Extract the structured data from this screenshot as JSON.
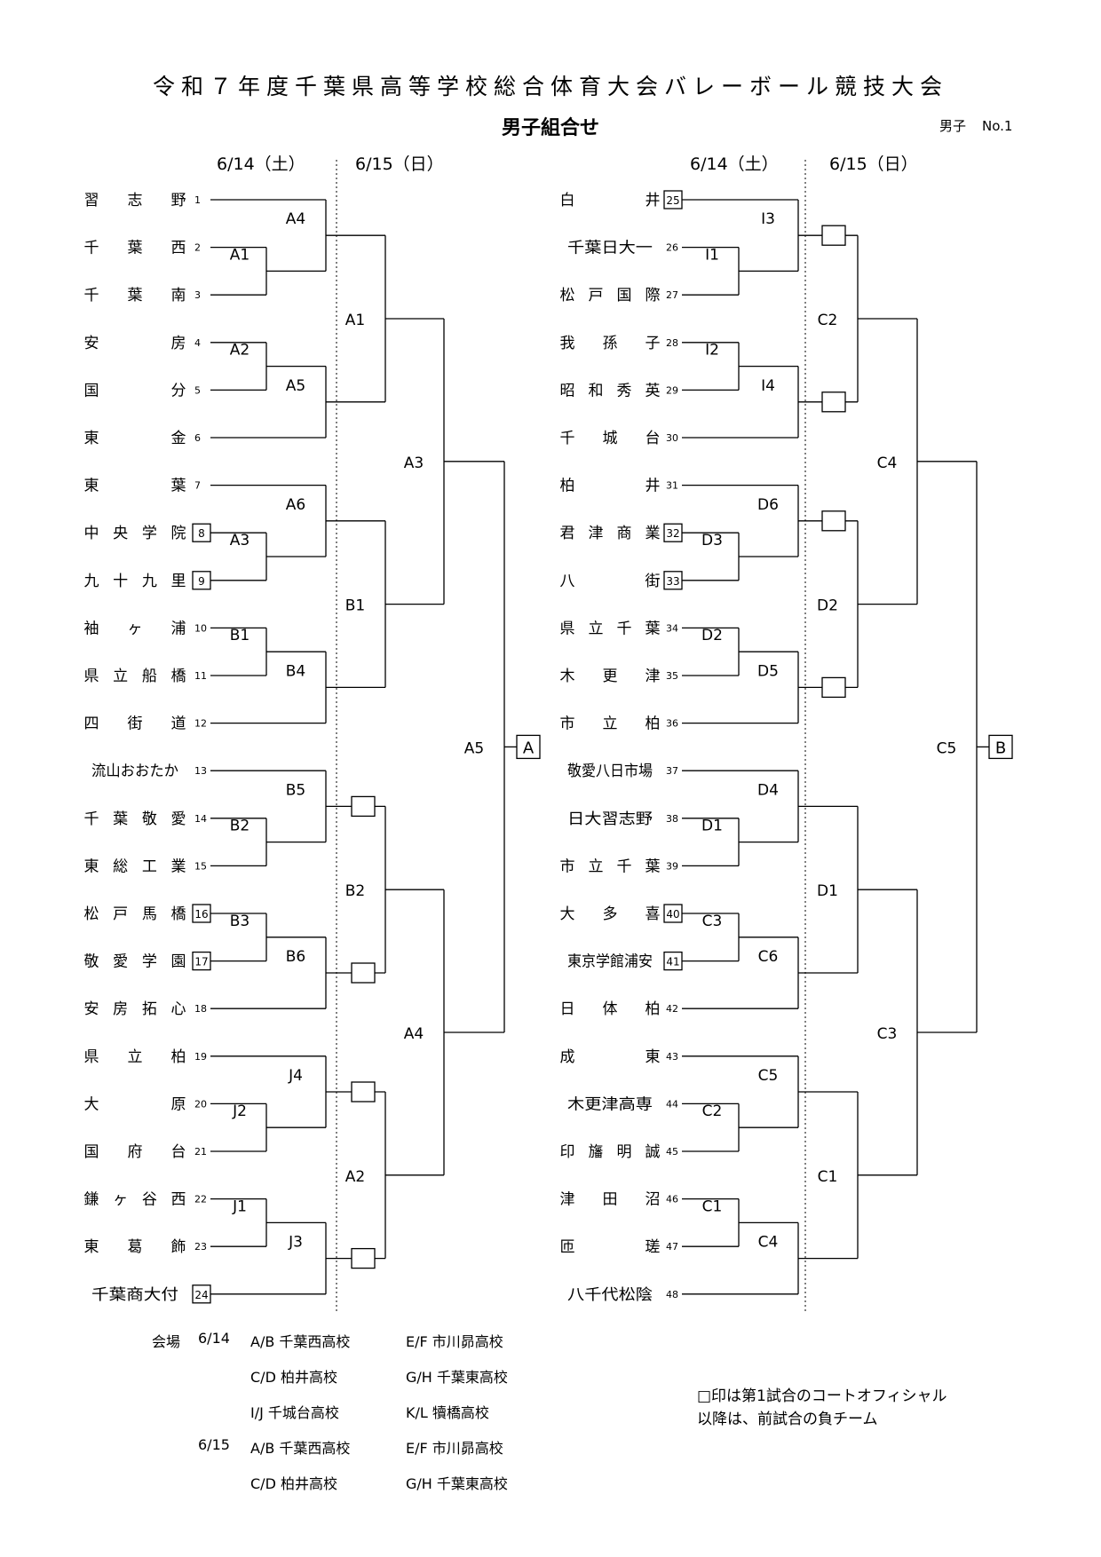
{
  "header": {
    "title": "令和７年度千葉県高等学校総合体育大会バレーボール競技大会",
    "subtitle": "男子組合せ",
    "category": "男子",
    "page_no": "No.1"
  },
  "dates": {
    "day1": "6/14（土）",
    "day2": "6/15（日）"
  },
  "left_teams": [
    {
      "name": "習志野",
      "no": "1"
    },
    {
      "name": "千葉西",
      "no": "2"
    },
    {
      "name": "千葉南",
      "no": "3"
    },
    {
      "name": "安房",
      "no": "4"
    },
    {
      "name": "国分",
      "no": "5"
    },
    {
      "name": "東金",
      "no": "6"
    },
    {
      "name": "東葉",
      "no": "7"
    },
    {
      "name": "中央学院",
      "no": "8",
      "boxed": true
    },
    {
      "name": "九十九里",
      "no": "9",
      "boxed": true
    },
    {
      "name": "袖ヶ浦",
      "no": "10"
    },
    {
      "name": "県立船橋",
      "no": "11"
    },
    {
      "name": "四街道",
      "no": "12"
    },
    {
      "name": "流山おおたか",
      "no": "13"
    },
    {
      "name": "千葉敬愛",
      "no": "14"
    },
    {
      "name": "東総工業",
      "no": "15"
    },
    {
      "name": "松戸馬橋",
      "no": "16",
      "boxed": true
    },
    {
      "name": "敬愛学園",
      "no": "17",
      "boxed": true
    },
    {
      "name": "安房拓心",
      "no": "18"
    },
    {
      "name": "県立柏",
      "no": "19"
    },
    {
      "name": "大原",
      "no": "20"
    },
    {
      "name": "国府台",
      "no": "21"
    },
    {
      "name": "鎌ヶ谷西",
      "no": "22"
    },
    {
      "name": "東葛飾",
      "no": "23"
    },
    {
      "name": "千葉商大付",
      "no": "24",
      "boxed": true
    }
  ],
  "right_teams": [
    {
      "name": "白井",
      "no": "25",
      "boxed": true
    },
    {
      "name": "千葉日大一",
      "no": "26"
    },
    {
      "name": "松戸国際",
      "no": "27"
    },
    {
      "name": "我孫子",
      "no": "28"
    },
    {
      "name": "昭和秀英",
      "no": "29"
    },
    {
      "name": "千城台",
      "no": "30"
    },
    {
      "name": "柏井",
      "no": "31"
    },
    {
      "name": "君津商業",
      "no": "32",
      "boxed": true
    },
    {
      "name": "八街",
      "no": "33",
      "boxed": true
    },
    {
      "name": "県立千葉",
      "no": "34"
    },
    {
      "name": "木更津",
      "no": "35"
    },
    {
      "name": "市立柏",
      "no": "36"
    },
    {
      "name": "敬愛八日市場",
      "no": "37"
    },
    {
      "name": "日大習志野",
      "no": "38"
    },
    {
      "name": "市立千葉",
      "no": "39"
    },
    {
      "name": "大多喜",
      "no": "40",
      "boxed": true
    },
    {
      "name": "東京学館浦安",
      "no": "41",
      "boxed": true
    },
    {
      "name": "日体柏",
      "no": "42"
    },
    {
      "name": "成東",
      "no": "43"
    },
    {
      "name": "木更津高専",
      "no": "44"
    },
    {
      "name": "印旛明誠",
      "no": "45"
    },
    {
      "name": "津田沼",
      "no": "46"
    },
    {
      "name": "匝瑳",
      "no": "47"
    },
    {
      "name": "八千代松陰",
      "no": "48"
    }
  ],
  "left_court_labels": {
    "day1_first": [
      "A1",
      "A2",
      "A3",
      "B1",
      "B2",
      "B3",
      "J2",
      "J1"
    ],
    "day1_second": [
      "A4",
      "A5",
      "A6",
      "B4",
      "B5",
      "B6",
      "J4",
      "J3"
    ],
    "day2_first": [
      "A1",
      "B1",
      "B2",
      "A2"
    ],
    "day2_semi": [
      "A3",
      "A4"
    ],
    "day2_final": "A5",
    "block": "A"
  },
  "right_court_labels": {
    "day1_first": [
      "I1",
      "I2",
      "D3",
      "D2",
      "D1",
      "C3",
      "C2",
      "C1"
    ],
    "day1_second": [
      "I3",
      "I4",
      "D6",
      "D5",
      "D4",
      "C6",
      "C5",
      "C4"
    ],
    "day2_first": [
      "C2",
      "D2",
      "D1",
      "C1"
    ],
    "day2_semi": [
      "C4",
      "C3"
    ],
    "day2_final": "C5",
    "block": "B"
  },
  "venues": {
    "label": "会場",
    "day1": {
      "date": "6/14",
      "rows": [
        [
          "A/B 千葉西高校",
          "E/F 市川昴高校"
        ],
        [
          "C/D 柏井高校",
          "G/H 千葉東高校"
        ],
        [
          "I/J 千城台高校",
          "K/L 犢橋高校"
        ]
      ]
    },
    "day2": {
      "date": "6/15",
      "rows": [
        [
          "A/B 千葉西高校",
          "E/F 市川昴高校"
        ],
        [
          "C/D 柏井高校",
          "G/H 千葉東高校"
        ]
      ]
    }
  },
  "legend": {
    "line1": "□印は第1試合のコートオフィシャル",
    "line2": "以降は、前試合の負チーム"
  }
}
